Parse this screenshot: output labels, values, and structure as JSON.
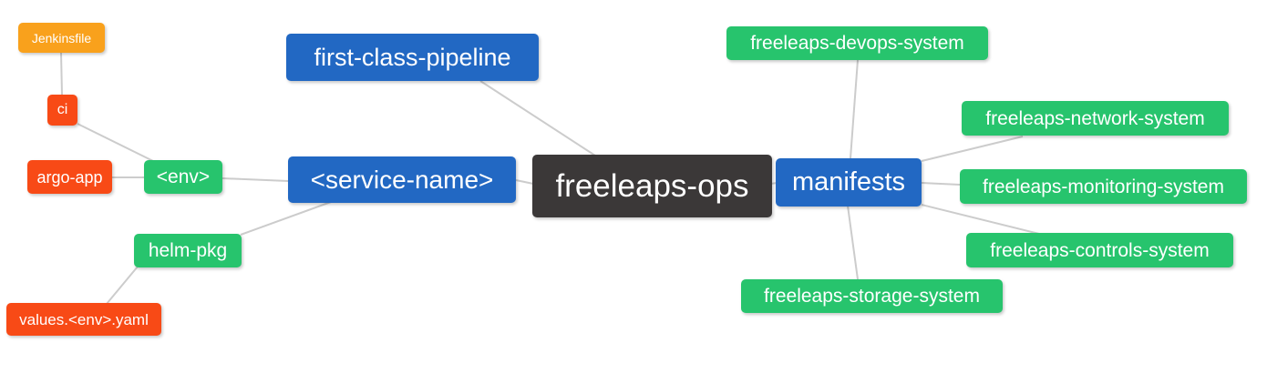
{
  "colors": {
    "blue": "#2268C3",
    "green": "#27C46D",
    "red": "#F84A16",
    "orange": "#F9A11C",
    "dark": "#3B3838",
    "edge": "#CCCCCC",
    "text": "#FFFFFF"
  },
  "diagram": {
    "type": "mindmap",
    "root_label": "freeleaps-ops",
    "nodes": {
      "jenkinsfile": {
        "label": "Jenkinsfile",
        "color": "orange"
      },
      "ci": {
        "label": "ci",
        "color": "red"
      },
      "argo_app": {
        "label": "argo-app",
        "color": "red"
      },
      "env": {
        "label": "<env>",
        "color": "green"
      },
      "helm_pkg": {
        "label": "helm-pkg",
        "color": "green"
      },
      "values_env_yaml": {
        "label": "values.<env>.yaml",
        "color": "red"
      },
      "service_name": {
        "label": "<service-name>",
        "color": "blue"
      },
      "first_class_pipeline": {
        "label": "first-class-pipeline",
        "color": "blue"
      },
      "freeleaps_ops": {
        "label": "freeleaps-ops",
        "color": "dark"
      },
      "manifests": {
        "label": "manifests",
        "color": "blue"
      },
      "devops_system": {
        "label": "freeleaps-devops-system",
        "color": "green"
      },
      "network_system": {
        "label": "freeleaps-network-system",
        "color": "green"
      },
      "monitoring_system": {
        "label": "freeleaps-monitoring-system",
        "color": "green"
      },
      "controls_system": {
        "label": "freeleaps-controls-system",
        "color": "green"
      },
      "storage_system": {
        "label": "freeleaps-storage-system",
        "color": "green"
      }
    },
    "edges": [
      {
        "from": "jenkinsfile",
        "to": "ci"
      },
      {
        "from": "ci",
        "to": "env"
      },
      {
        "from": "argo_app",
        "to": "env"
      },
      {
        "from": "env",
        "to": "service_name"
      },
      {
        "from": "helm_pkg",
        "to": "service_name"
      },
      {
        "from": "helm_pkg",
        "to": "values_env_yaml"
      },
      {
        "from": "service_name",
        "to": "freeleaps_ops"
      },
      {
        "from": "first_class_pipeline",
        "to": "freeleaps_ops"
      },
      {
        "from": "freeleaps_ops",
        "to": "manifests"
      },
      {
        "from": "manifests",
        "to": "devops_system"
      },
      {
        "from": "manifests",
        "to": "network_system"
      },
      {
        "from": "manifests",
        "to": "monitoring_system"
      },
      {
        "from": "manifests",
        "to": "controls_system"
      },
      {
        "from": "manifests",
        "to": "storage_system"
      }
    ]
  }
}
